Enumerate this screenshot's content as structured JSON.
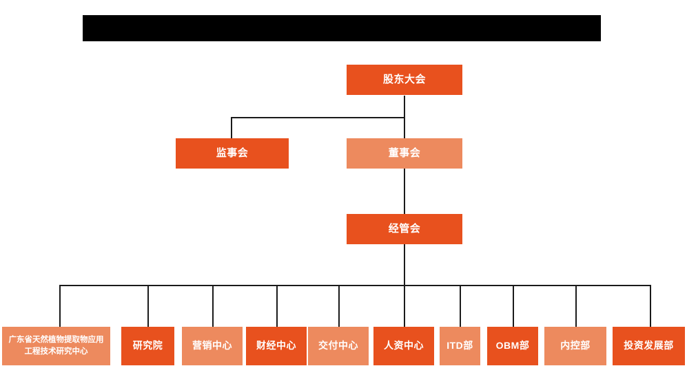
{
  "chart_data": {
    "type": "diagram",
    "subtype": "org-chart",
    "title": "",
    "title_redacted": true,
    "colors": {
      "dark_orange": "#e8511e",
      "light_orange": "#ed8a5e",
      "connector": "#1a1a1a",
      "background": "#ffffff",
      "redaction": "#000000",
      "text": "#ffffff"
    },
    "levels": [
      {
        "level": 1,
        "nodes": [
          {
            "id": "shareholders",
            "label": "股东大会",
            "fill": "dark"
          }
        ]
      },
      {
        "level": 2,
        "nodes": [
          {
            "id": "supervisors",
            "label": "监事会",
            "fill": "dark"
          },
          {
            "id": "directors",
            "label": "董事会",
            "fill": "light"
          }
        ]
      },
      {
        "level": 3,
        "nodes": [
          {
            "id": "management",
            "label": "经管会",
            "fill": "dark"
          }
        ]
      },
      {
        "level": 4,
        "nodes": [
          {
            "id": "rnd-center",
            "label": "广东省天然植物提取物应用工程技术研究中心",
            "fill": "light"
          },
          {
            "id": "research-institute",
            "label": "研究院",
            "fill": "dark"
          },
          {
            "id": "marketing-center",
            "label": "营销中心",
            "fill": "light"
          },
          {
            "id": "finance-center",
            "label": "财经中心",
            "fill": "dark"
          },
          {
            "id": "delivery-center",
            "label": "交付中心",
            "fill": "light"
          },
          {
            "id": "hr-center",
            "label": "人资中心",
            "fill": "dark"
          },
          {
            "id": "itd-dept",
            "label": "ITD部",
            "fill": "light"
          },
          {
            "id": "obm-dept",
            "label": "OBM部",
            "fill": "dark"
          },
          {
            "id": "internal-control-dept",
            "label": "内控部",
            "fill": "light"
          },
          {
            "id": "investment-development-dept",
            "label": "投资发展部",
            "fill": "dark"
          }
        ]
      }
    ],
    "edges": [
      {
        "from": "shareholders",
        "to": "supervisors"
      },
      {
        "from": "shareholders",
        "to": "directors"
      },
      {
        "from": "directors",
        "to": "management"
      },
      {
        "from": "management",
        "to": "rnd-center"
      },
      {
        "from": "management",
        "to": "research-institute"
      },
      {
        "from": "management",
        "to": "marketing-center"
      },
      {
        "from": "management",
        "to": "finance-center"
      },
      {
        "from": "management",
        "to": "delivery-center"
      },
      {
        "from": "management",
        "to": "hr-center"
      },
      {
        "from": "management",
        "to": "itd-dept"
      },
      {
        "from": "management",
        "to": "obm-dept"
      },
      {
        "from": "management",
        "to": "internal-control-dept"
      },
      {
        "from": "management",
        "to": "investment-development-dept"
      }
    ]
  },
  "nodes": {
    "shareholders": "股东大会",
    "supervisors": "监事会",
    "directors": "董事会",
    "management": "经管会",
    "rnd_center": "广东省天然植物提取物应用工程技术研究中心",
    "research_institute": "研究院",
    "marketing_center": "营销中心",
    "finance_center": "财经中心",
    "delivery_center": "交付中心",
    "hr_center": "人资中心",
    "itd_dept": "ITD部",
    "obm_dept": "OBM部",
    "internal_control_dept": "内控部",
    "investment_development_dept": "投资发展部"
  }
}
